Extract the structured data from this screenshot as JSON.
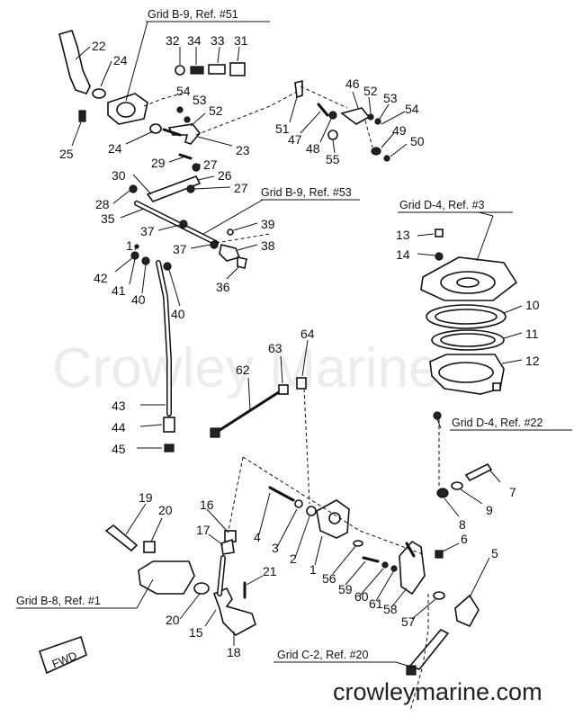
{
  "watermark": "Crowley Marine",
  "footer": "crowleymarine.com",
  "fwd_label": "FWD",
  "grid_refs": [
    "Grid B-9, Ref. #51",
    "Grid B-9, Ref. #53",
    "Grid D-4, Ref. #3",
    "Grid D-4, Ref. #22",
    "Grid B-8, Ref. #1",
    "Grid C-2, Ref. #20"
  ],
  "callouts": [
    "22",
    "24",
    "25",
    "24",
    "32",
    "34",
    "33",
    "31",
    "54",
    "53",
    "52",
    "23",
    "29",
    "27",
    "30",
    "26",
    "28",
    "27",
    "35",
    "37",
    "39",
    "37",
    "38",
    "1",
    "42",
    "41",
    "40",
    "40",
    "36",
    "51",
    "47",
    "48",
    "55",
    "46",
    "52",
    "53",
    "54",
    "49",
    "50",
    "13",
    "14",
    "10",
    "11",
    "12",
    "63",
    "64",
    "62",
    "43",
    "44",
    "45",
    "7",
    "9",
    "8",
    "6",
    "5",
    "19",
    "20",
    "16",
    "17",
    "4",
    "3",
    "2",
    "1",
    "21",
    "20",
    "15",
    "18",
    "56",
    "59",
    "60",
    "61",
    "58",
    "57"
  ]
}
